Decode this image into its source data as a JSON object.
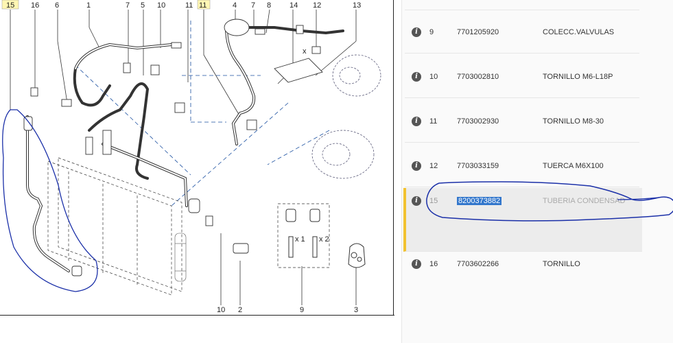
{
  "diagram": {
    "top_callouts": [
      "15",
      "16",
      "6",
      "1",
      "7",
      "5",
      "10",
      "11",
      "11",
      "4",
      "7",
      "8",
      "14",
      "12",
      "13"
    ],
    "bottom_callouts": [
      "10",
      "2",
      "9",
      "3"
    ],
    "qty_labels": [
      "x 1",
      "x 2"
    ],
    "x_mark": "x"
  },
  "parts_list": {
    "rows": [
      {
        "num": "9",
        "ref": "7701205920",
        "desc": "COLECC.VALVULAS"
      },
      {
        "num": "10",
        "ref": "7703002810",
        "desc": "TORNILLO M6-L18P"
      },
      {
        "num": "11",
        "ref": "7703002930",
        "desc": "TORNILLO M8-30"
      },
      {
        "num": "12",
        "ref": "7703033159",
        "desc": "TUERCA M6X100"
      },
      {
        "num": "15",
        "ref": "8200373882",
        "desc": "TUBERIA CONDENSAD"
      },
      {
        "num": "16",
        "ref": "7703602266",
        "desc": "TORNILLO"
      }
    ],
    "info_glyph": "i",
    "selected_accent": "#f2c230",
    "selection_color": "#3377cc"
  },
  "annotation_color": "#1a2fa8"
}
